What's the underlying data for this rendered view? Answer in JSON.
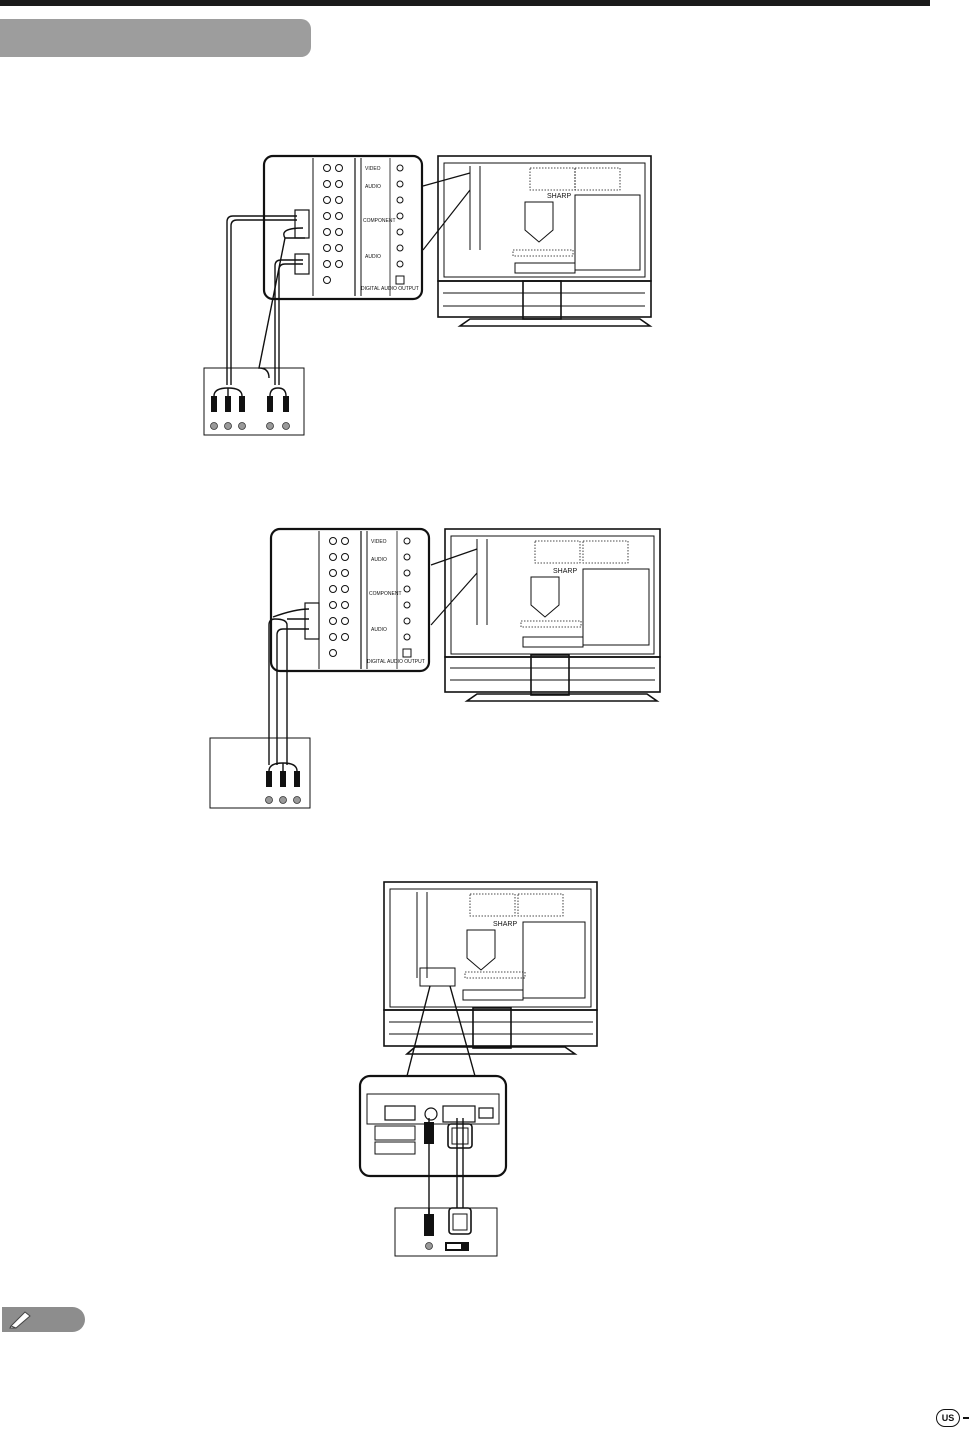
{
  "page": {
    "header_tab": "",
    "region": "US",
    "page_number": ""
  },
  "note": {
    "label": ""
  },
  "figures": [
    {
      "name": "component-connection",
      "device_jacks": 5
    },
    {
      "name": "composite-connection",
      "device_jacks": 3
    },
    {
      "name": "dvi-connection",
      "device_connectors": [
        "audio-mini-jack",
        "DVI"
      ]
    }
  ],
  "tv_panel_labels": [
    "VIDEO",
    "AUDIO",
    "COMPONENT",
    "AUDIO",
    "DIGITAL AUDIO OUTPUT"
  ],
  "brand_mark": "SHARP",
  "colors": {
    "ink": "#111111",
    "tab_gray": "#9d9d9d",
    "note_gray": "#8d8d8d"
  }
}
